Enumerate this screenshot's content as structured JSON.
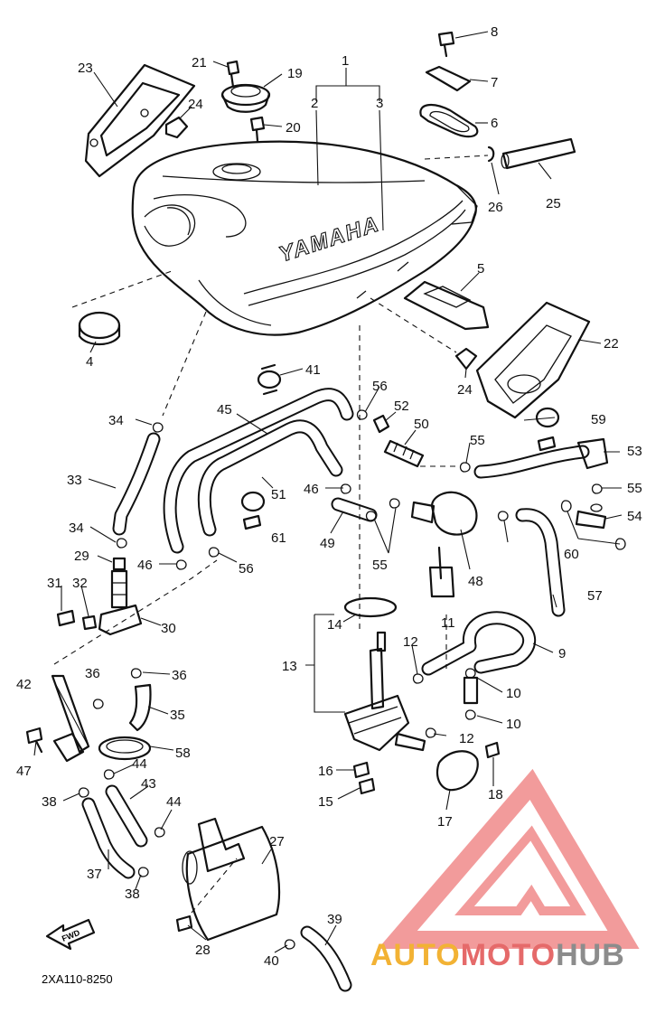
{
  "diagram": {
    "tank_brand_text": "YAMAHA",
    "diagram_code": "2XA110-8250",
    "fwd_arrow_text": "FWD",
    "callouts": [
      "1",
      "2",
      "3",
      "4",
      "5",
      "6",
      "7",
      "8",
      "9",
      "10",
      "10",
      "11",
      "12",
      "12",
      "13",
      "14",
      "15",
      "16",
      "17",
      "18",
      "19",
      "20",
      "21",
      "22",
      "23",
      "24",
      "24",
      "25",
      "26",
      "27",
      "28",
      "29",
      "30",
      "31",
      "32",
      "33",
      "34",
      "34",
      "35",
      "36",
      "36",
      "37",
      "38",
      "38",
      "39",
      "40",
      "41",
      "42",
      "43",
      "44",
      "44",
      "45",
      "46",
      "46",
      "47",
      "48",
      "49",
      "50",
      "51",
      "52",
      "53",
      "54",
      "55",
      "55",
      "55",
      "56",
      "56",
      "57",
      "58",
      "59",
      "60",
      "61"
    ]
  },
  "watermark": {
    "part1": "AUTO",
    "part2": "MOTO",
    "part3": "HUB",
    "logo_color": "#f08a8a",
    "auto_color": "#f2b234",
    "moto_color": "#e56a6a",
    "hub_color": "#8c8c8c"
  }
}
